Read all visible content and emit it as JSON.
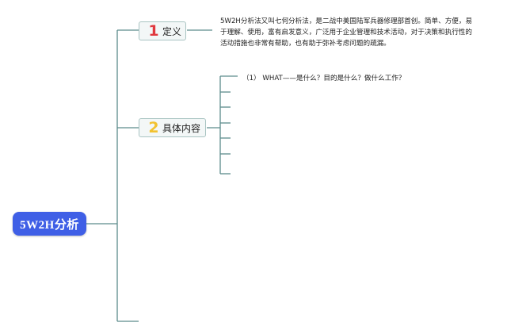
{
  "mindmap": {
    "root": {
      "label": "5W2H分析"
    },
    "topics": [
      {
        "number": "1",
        "label": "定义",
        "number_color": "#e0383e",
        "detail": "5W2H分析法又叫七何分析法，是二战中美国陆军兵器修理部首创。简单、方便，易于理解、使用，富有启发意义，广泛用于企业管理和技术活动，对于决策和执行性的活动措施也非常有帮助，也有助于弥补考虑问题的疏漏。"
      },
      {
        "number": "2",
        "label": "具体内容",
        "number_color": "#f2c230",
        "subitems": [
          "（1） WHAT——是什么？目的是什么？做什么工作？"
        ]
      }
    ]
  },
  "colors": {
    "root_fill": "#3f5fe6",
    "connector": "#5c8c8c",
    "topic_border": "#a9c4c2",
    "topic_fill": "#f3f7f7"
  }
}
